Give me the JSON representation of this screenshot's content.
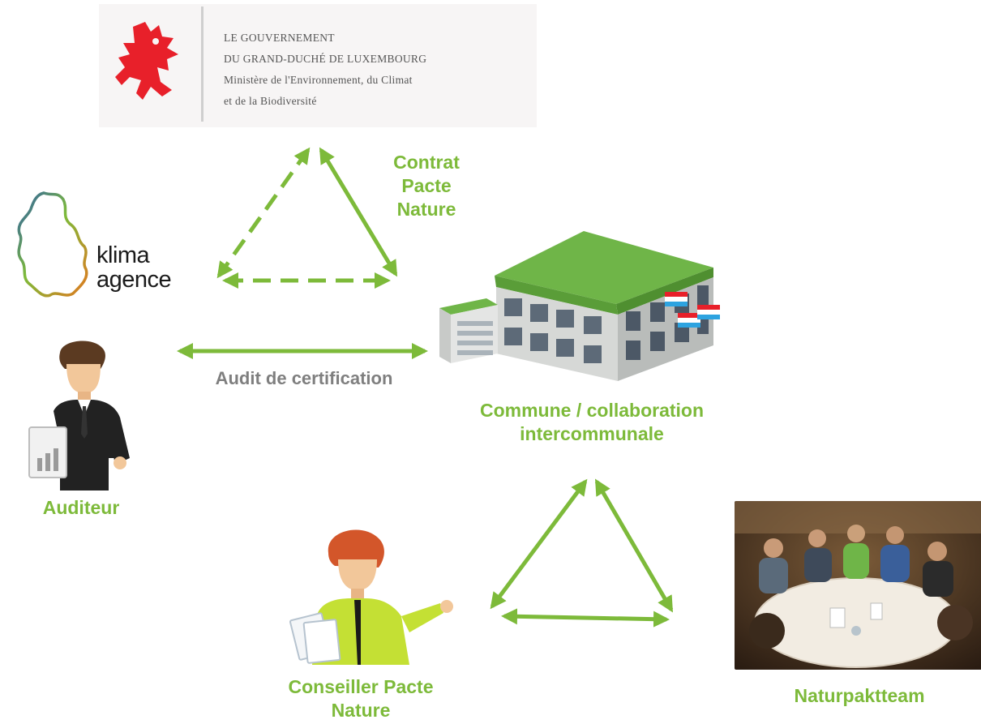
{
  "labels": {
    "contract": [
      "Contrat",
      "Pacte",
      "Nature"
    ],
    "audit": "Audit de certification",
    "commune": [
      "Commune / collaboration",
      "intercommunale"
    ],
    "auditor": "Auditeur",
    "advisor": [
      "Conseiller Pacte",
      "Nature"
    ],
    "team": "Naturpaktteam"
  },
  "gov_logo": {
    "lines": [
      "LE GOUVERNEMENT",
      "DU GRAND-DUCHÉ DE LUXEMBOURG",
      "Ministère de l'Environnement, du Climat",
      "et de la Biodiversité"
    ]
  },
  "klima_logo": {
    "line1": "klima",
    "line2": "agence"
  },
  "colors": {
    "accent_green": "#7dba3a",
    "gray": "#7f7f7f",
    "lion_red": "#e8202a"
  }
}
